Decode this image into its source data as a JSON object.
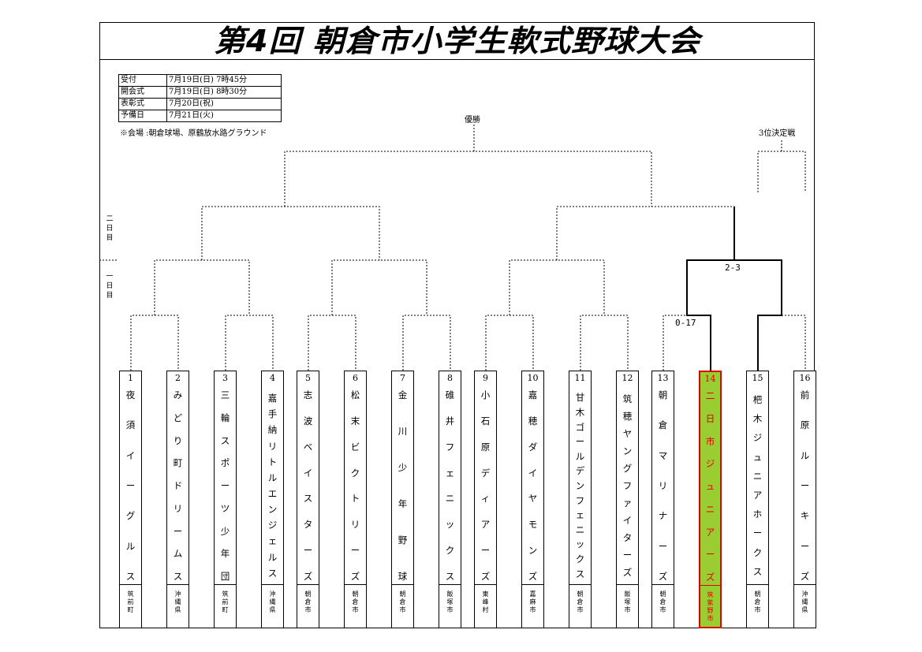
{
  "title": "第4回 朝倉市小学生軟式野球大会",
  "schedule": [
    {
      "label": "受付",
      "value": "7月19日(日) 7時45分"
    },
    {
      "label": "開会式",
      "value": "7月19日(日) 8時30分"
    },
    {
      "label": "表彰式",
      "value": "7月20日(祝)"
    },
    {
      "label": "予備日",
      "value": "7月21日(火)"
    }
  ],
  "venue": "※会場 :朝倉球場、原鶴放水路グラウンド",
  "bracket": {
    "final_label": "優勝",
    "third_place_label": "3位決定戦",
    "day2_label": "二日目",
    "day1_label": "一日目",
    "scores": {
      "r1_13_14": "0-17",
      "r2_13_16": "2-3"
    }
  },
  "teams": [
    {
      "num": "1",
      "name": "夜須イーグルス",
      "city": "筑前町"
    },
    {
      "num": "2",
      "name": "みどり町ドリームス",
      "city": "沖縄県"
    },
    {
      "num": "3",
      "name": "三輪スポーツ少年団",
      "city": "筑前町"
    },
    {
      "num": "4",
      "name": "嘉手納リトルエンジェルス",
      "city": "沖縄県"
    },
    {
      "num": "5",
      "name": "志波ベイスターズ",
      "city": "朝倉市"
    },
    {
      "num": "6",
      "name": "松末ビクトリーズ",
      "city": "朝倉市"
    },
    {
      "num": "7",
      "name": "金川少年野球",
      "city": "朝倉市"
    },
    {
      "num": "8",
      "name": "碓井フェニックス",
      "city": "飯塚市"
    },
    {
      "num": "9",
      "name": "小石原ディアーズ",
      "city": "東峰村"
    },
    {
      "num": "10",
      "name": "嘉穂ダイヤモンズ",
      "city": "嘉麻市"
    },
    {
      "num": "11",
      "name": "甘木ゴールデンフェニックス",
      "city": "朝倉市"
    },
    {
      "num": "12",
      "name": "筑穂ヤングファイターズ",
      "city": "飯塚市"
    },
    {
      "num": "13",
      "name": "朝倉マリナーズ",
      "city": "朝倉市"
    },
    {
      "num": "14",
      "name": "二日市ジュニアーズ",
      "city": "筑紫野市"
    },
    {
      "num": "15",
      "name": "杷木ジュニアホークス",
      "city": "朝倉市"
    },
    {
      "num": "16",
      "name": "前原ルーキーズ",
      "city": "沖縄県"
    }
  ],
  "colors": {
    "winner_fill": "#9acd32",
    "winner_border": "#e00000",
    "winner_text": "#e00000"
  }
}
